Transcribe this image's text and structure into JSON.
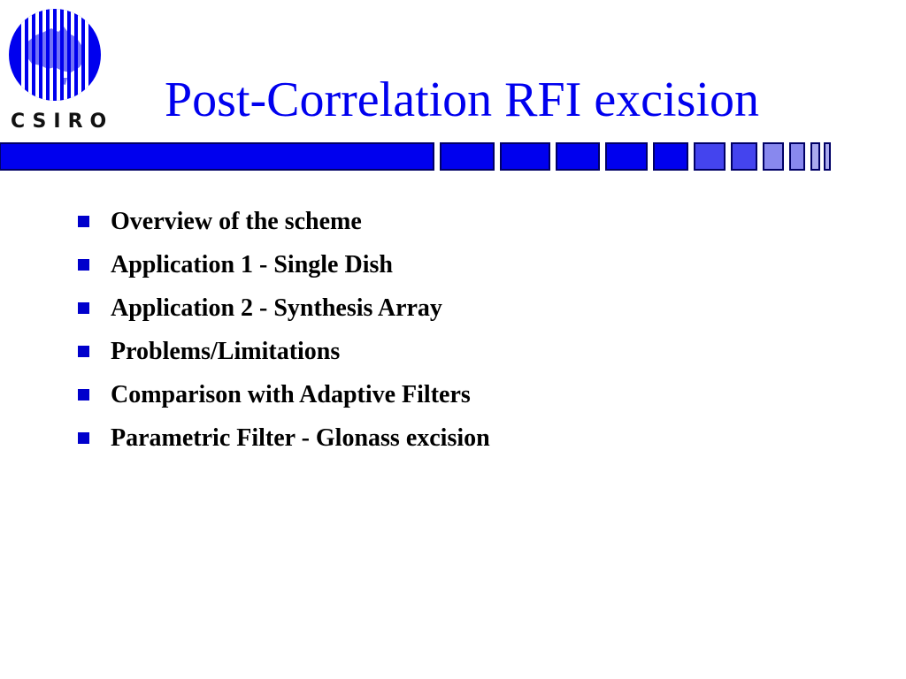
{
  "logo": {
    "text": "CSIRO",
    "icon": "csiro-globe-icon",
    "color": "#0000ee"
  },
  "slide": {
    "title": "Post-Correlation RFI excision",
    "bullets": [
      "Overview of the scheme",
      "Application 1 - Single Dish",
      "Application 2 - Synthesis Array",
      "Problems/Limitations",
      "Comparison with Adaptive Filters",
      "Parametric Filter - Glonass excision"
    ]
  },
  "colors": {
    "title": "#0000ee",
    "bullet": "#0000cc",
    "bar_dark": "#0000ee",
    "bar_mid": "#4444ee",
    "bar_light": "#8888ee"
  }
}
